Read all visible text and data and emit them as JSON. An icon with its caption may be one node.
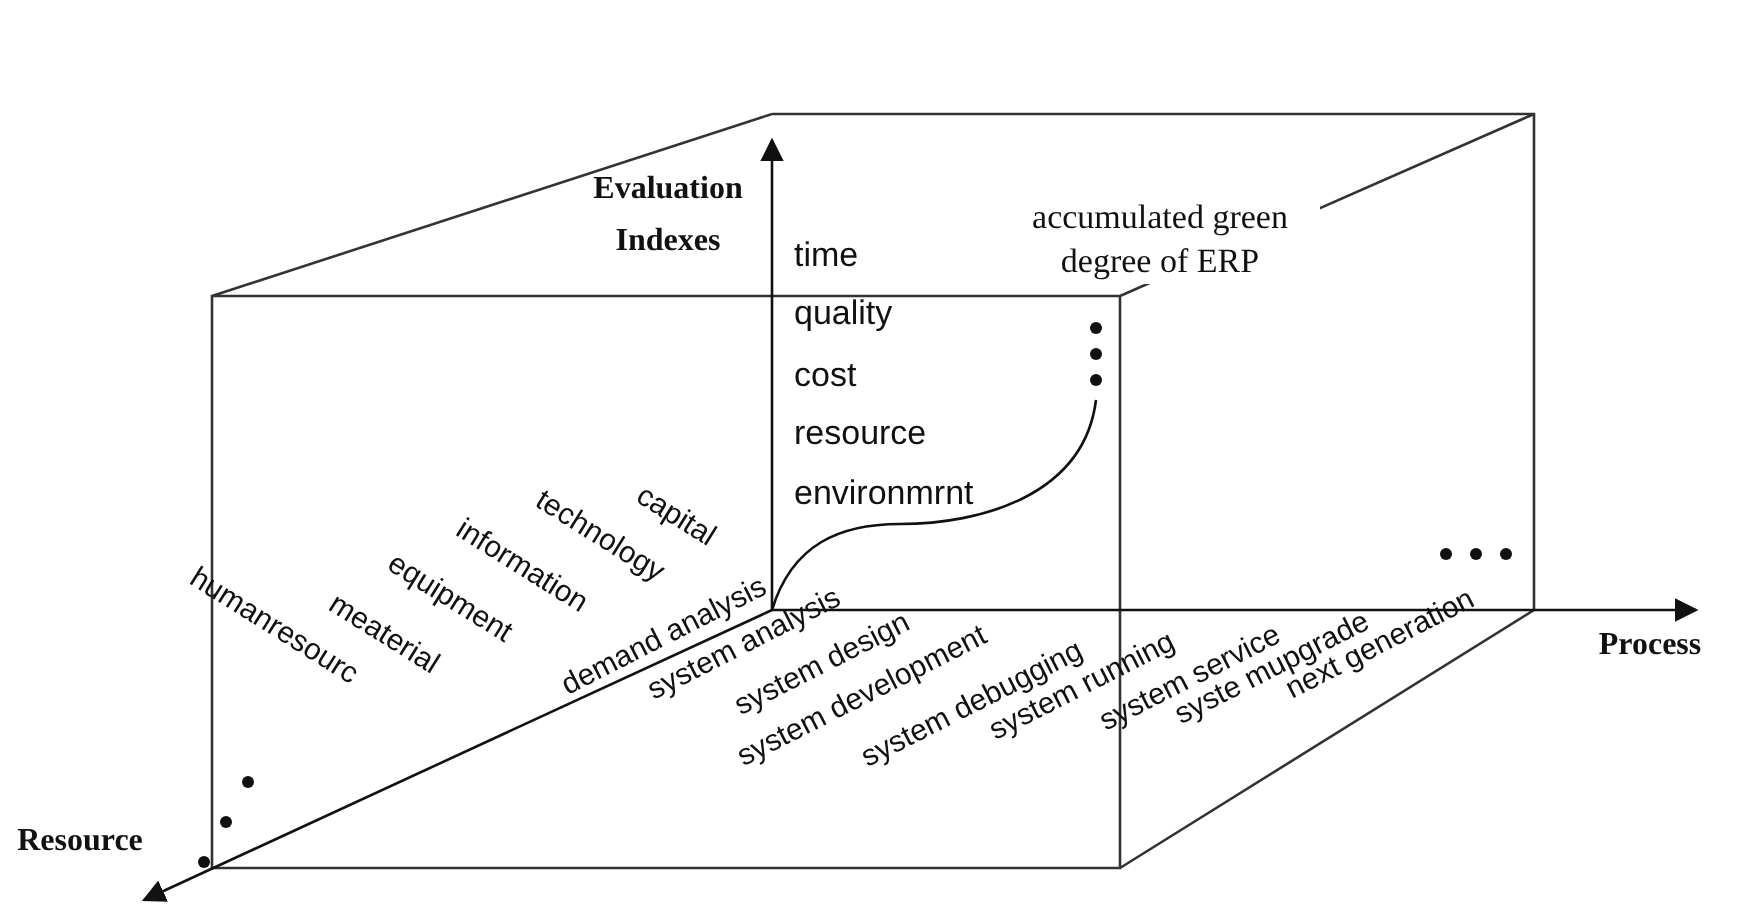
{
  "diagram": {
    "labels": [
      "Evaluation Indexes",
      "time",
      "quality",
      "cost",
      "resource",
      "environmrnt",
      "accumulated green degree of ERP",
      "capital",
      "technology",
      "information",
      "equipment",
      "meaterial",
      "humanresourc",
      "demand analysis",
      "system analysis",
      "system design",
      "system development",
      "system debugging",
      "system running",
      "system service",
      "syste mupgrade",
      "next generation",
      "Process",
      "Resource"
    ]
  }
}
